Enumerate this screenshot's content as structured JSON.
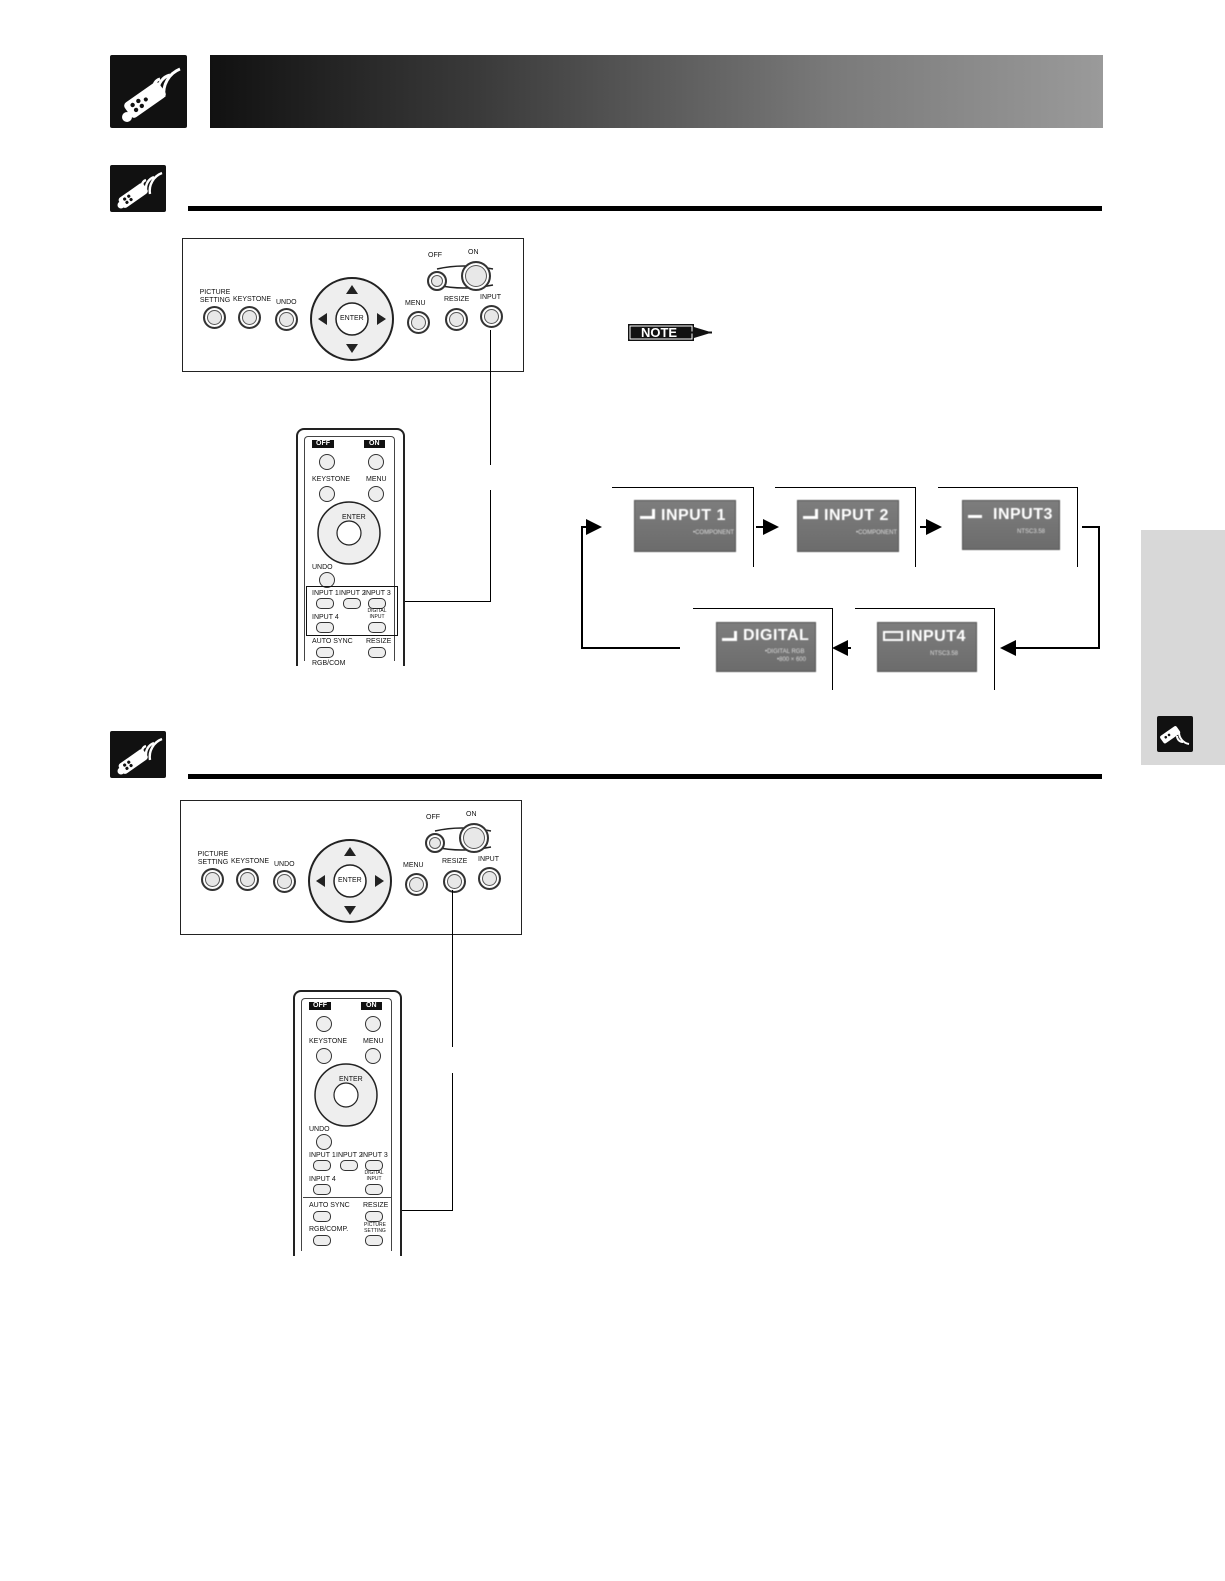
{
  "section1": {
    "panel_labels": {
      "off": "OFF",
      "on": "ON",
      "picture_setting": "PICTURE SETTING",
      "keystone": "KEYSTONE",
      "undo": "UNDO",
      "enter": "ENTER",
      "menu": "MENU",
      "resize": "RESIZE",
      "input": "INPUT"
    },
    "remote_labels": {
      "off": "OFF",
      "on": "ON",
      "keystone": "KEYSTONE",
      "menu": "MENU",
      "enter": "ENTER",
      "undo": "UNDO",
      "input1": "INPUT 1",
      "input2": "INPUT 2",
      "input3": "INPUT 3",
      "input4": "INPUT 4",
      "digital_input": "DIGITAL INPUT",
      "auto_sync": "AUTO SYNC",
      "resize": "RESIZE",
      "rgb_comp": "RGB/COM"
    },
    "note_label": "NOTE",
    "screens": [
      {
        "title": "INPUT 1",
        "sub": "•COMPONENT"
      },
      {
        "title": "INPUT 2",
        "sub": "•COMPONENT"
      },
      {
        "title": "INPUT3",
        "sub": "NTSC3.58"
      },
      {
        "title": "INPUT4",
        "sub": "NTSC3.58"
      },
      {
        "title": "DIGITAL",
        "sub": "•DIGITAL RGB",
        "sub2": "•800 × 600"
      }
    ]
  },
  "section2": {
    "panel_labels": {
      "off": "OFF",
      "on": "ON",
      "picture_setting": "PICTURE SETTING",
      "keystone": "KEYSTONE",
      "undo": "UNDO",
      "enter": "ENTER",
      "menu": "MENU",
      "resize": "RESIZE",
      "input": "INPUT"
    },
    "remote_labels": {
      "off": "OFF",
      "on": "ON",
      "keystone": "KEYSTONE",
      "menu": "MENU",
      "enter": "ENTER",
      "undo": "UNDO",
      "input1": "INPUT 1",
      "input2": "INPUT 2",
      "input3": "INPUT 3",
      "input4": "INPUT 4",
      "digital_input": "DIGITAL INPUT",
      "auto_sync": "AUTO SYNC",
      "resize": "RESIZE",
      "rgb_comp": "RGB/COMP.",
      "picture_setting": "PICTURE SETTING"
    }
  },
  "icons": {
    "header": "remote-control-icon",
    "section": "remote-control-icon",
    "side_tab": "remote-control-icon"
  },
  "colors": {
    "header_dark": "#111111",
    "header_light": "#9a9a9a",
    "side_tab": "#d8d8d8"
  }
}
